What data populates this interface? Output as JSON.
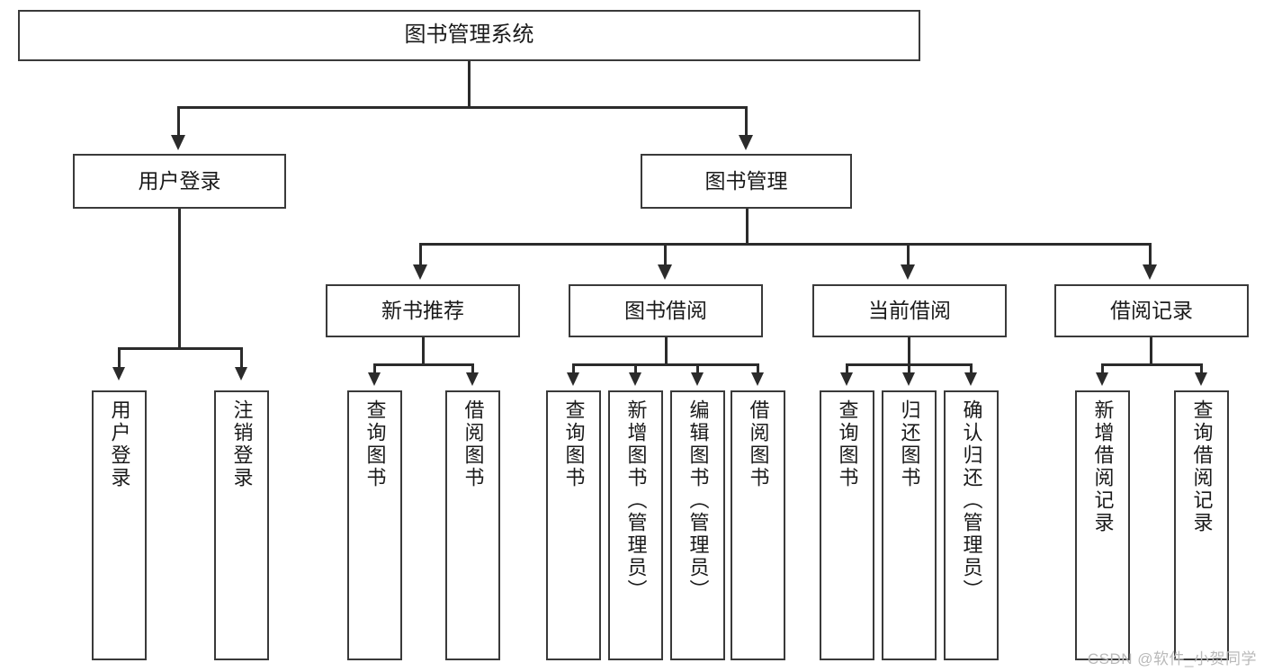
{
  "diagram": {
    "title": "图书管理系统",
    "type": "functional-structure-tree",
    "root": {
      "label": "图书管理系统"
    },
    "level2": [
      {
        "label": "用户登录"
      },
      {
        "label": "图书管理"
      }
    ],
    "level3": [
      {
        "label": "新书推荐"
      },
      {
        "label": "图书借阅"
      },
      {
        "label": "当前借阅"
      },
      {
        "label": "借阅记录"
      }
    ],
    "leaves": {
      "user_login": [
        {
          "label": "用户登录"
        },
        {
          "label": "注销登录"
        }
      ],
      "new_book_recommend": [
        {
          "label": "查询图书"
        },
        {
          "label": "借阅图书"
        }
      ],
      "book_borrow": [
        {
          "label": "查询图书"
        },
        {
          "label": "新增图书（管理员）"
        },
        {
          "label": "编辑图书（管理员）"
        },
        {
          "label": "借阅图书"
        }
      ],
      "current_borrow": [
        {
          "label": "查询图书"
        },
        {
          "label": "归还图书"
        },
        {
          "label": "确认归还（管理员）"
        }
      ],
      "borrow_records": [
        {
          "label": "新增借阅记录"
        },
        {
          "label": "查询借阅记录"
        }
      ]
    }
  },
  "watermark": {
    "text": "CSDN @软件_小贺同学"
  },
  "colors": {
    "box_border": "#3a3a3a",
    "line": "#2b2b2b",
    "text": "#1a1a1a",
    "background": "#ffffff",
    "watermark": "#b9b9b9"
  }
}
